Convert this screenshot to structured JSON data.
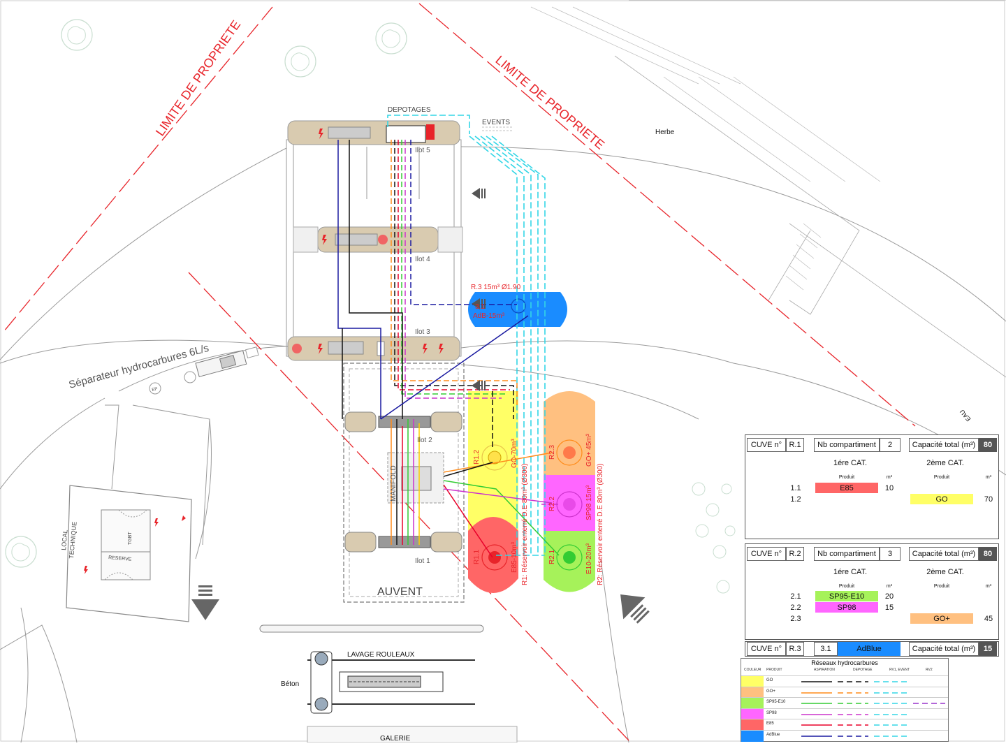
{
  "plan": {
    "limit_label": "LIMITE DE PROPRIETE",
    "depotages": "DEPOTAGES",
    "events": "EVENTS",
    "herbe": "Herbe",
    "beton": "Béton",
    "eau": "EAU",
    "ilot5": "Ilot 5",
    "ilot4": "Ilot 4",
    "ilot3": "Ilot 3",
    "ilot2": "Ilot 2",
    "ilot1": "Ilot 1",
    "separator": "Séparateur hydrocarbures 6L/s",
    "manifold": "MANIFOLD",
    "auvent": "AUVENT",
    "local_technique_1": "LOCAL",
    "local_technique_2": "TECHNIQUE",
    "tgbt": "TGBT",
    "reserve": "RESERVE",
    "lavage": "LAVAGE ROULEAUX",
    "galerie": "GALERIE",
    "ep": "EP",
    "r3_title": "R.3 15m³ Ø1.90",
    "r3_compartment": "3.1",
    "r3_product": "AdB-15m³",
    "r1_1": "R1.1",
    "r1_2": "R1.2",
    "r1_2_label": "GO-70m³",
    "r1_1_label": "E85-10m³",
    "r1_desc": "R1: Réservoir enterré D.E 80m³ (Ø300)",
    "r2_3": "R2.3",
    "r2_2": "R2.2",
    "r2_1": "R2.1",
    "r2_3_label": "GO+ 45m³",
    "r2_2_label": "SP98 15m³",
    "r2_1_label": "E10-20m³",
    "r2_desc": "R2: Réservoir enterré D.E 80m³ (Ø300)"
  },
  "tables": {
    "cuve_label": "CUVE n°",
    "nb_label": "Nb compartiment",
    "cap_label": "Capacité total (m³)",
    "cat1": "1ére CAT.",
    "cat2": "2ème CAT.",
    "produit": "Produit",
    "m3": "m³",
    "r1": {
      "id": "R.1",
      "nb": "2",
      "cap": "80",
      "rows": [
        {
          "num": "1.1",
          "p1": "E85",
          "v1": "10",
          "p2": "",
          "v2": ""
        },
        {
          "num": "1.2",
          "p1": "",
          "v1": "",
          "p2": "GO",
          "v2": "70"
        }
      ]
    },
    "r2": {
      "id": "R.2",
      "nb": "3",
      "cap": "80",
      "rows": [
        {
          "num": "2.1",
          "p1": "SP95-E10",
          "v1": "20",
          "p2": "",
          "v2": ""
        },
        {
          "num": "2.2",
          "p1": "SP98",
          "v1": "15",
          "p2": "",
          "v2": ""
        },
        {
          "num": "2.3",
          "p1": "",
          "v1": "",
          "p2": "GO+",
          "v2": "45"
        }
      ]
    },
    "r3": {
      "id": "R.3",
      "nb": "3.1",
      "product": "AdBlue",
      "cap": "15"
    }
  },
  "legend": {
    "title": "Réseaux hydrocarbures",
    "headers": [
      "COULEUR",
      "PRODUIT",
      "ASPIRATION",
      "DEPOTAGE",
      "RV1, EVENT",
      "RV2"
    ],
    "rows": [
      {
        "name": "GO",
        "color": "#ffff66",
        "line": "#111111",
        "rv2": false
      },
      {
        "name": "GO+",
        "color": "#ffc080",
        "line": "#ff8c1a",
        "rv2": false
      },
      {
        "name": "SP95-E10",
        "color": "#a6f25a",
        "line": "#33cc33",
        "rv2": true
      },
      {
        "name": "SP98",
        "color": "#ff66ff",
        "line": "#cc33cc",
        "rv2": false
      },
      {
        "name": "E85",
        "color": "#ff6666",
        "line": "#e8002a",
        "rv2": false
      },
      {
        "name": "AdBlue",
        "color": "#1a8cff",
        "line": "#1a1aa0",
        "rv2": false
      }
    ]
  },
  "colors": {
    "limit": "#e8242a",
    "go": "#ffff66",
    "go_plus": "#ffc080",
    "sp95": "#a6f25a",
    "sp98": "#ff66ff",
    "e85": "#ff6666",
    "adblue": "#1a8cff",
    "event": "#33d6e6",
    "island": "#d9cbb0"
  },
  "icons": [
    "arrow-left-icon",
    "arrow-down-icon",
    "arrow-diagonal-icon",
    "fuel-pump-icon",
    "tree-icon",
    "electric-icon"
  ]
}
